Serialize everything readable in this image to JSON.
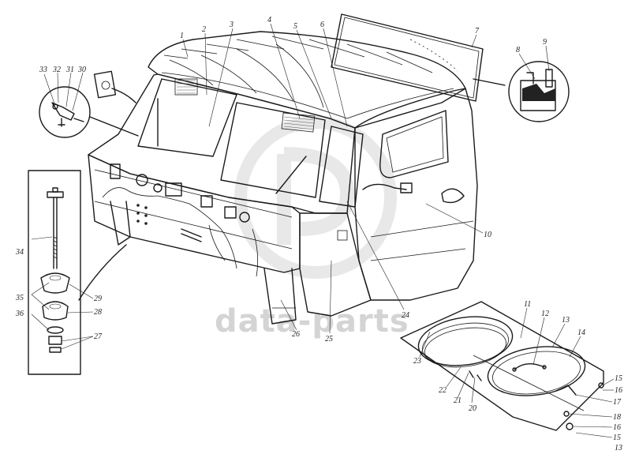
{
  "watermark": {
    "text": "data-parts",
    "logo_icon": "dp-logo-icon"
  },
  "callouts": [
    {
      "id": "c1",
      "text": "1"
    },
    {
      "id": "c2",
      "text": "2"
    },
    {
      "id": "c3",
      "text": "3"
    },
    {
      "id": "c4",
      "text": "4"
    },
    {
      "id": "c5",
      "text": "5"
    },
    {
      "id": "c6",
      "text": "6"
    },
    {
      "id": "c7",
      "text": "7"
    },
    {
      "id": "c8",
      "text": "8"
    },
    {
      "id": "c9",
      "text": "9"
    },
    {
      "id": "c10",
      "text": "10"
    },
    {
      "id": "c11",
      "text": "11"
    },
    {
      "id": "c12",
      "text": "12"
    },
    {
      "id": "c13a",
      "text": "13"
    },
    {
      "id": "c14",
      "text": "14"
    },
    {
      "id": "c15a",
      "text": "15"
    },
    {
      "id": "c16a",
      "text": "16"
    },
    {
      "id": "c17",
      "text": "17"
    },
    {
      "id": "c18",
      "text": "18"
    },
    {
      "id": "c16b",
      "text": "16"
    },
    {
      "id": "c15b",
      "text": "15"
    },
    {
      "id": "c13b",
      "text": "13"
    },
    {
      "id": "c20",
      "text": "20"
    },
    {
      "id": "c21",
      "text": "21"
    },
    {
      "id": "c22",
      "text": "22"
    },
    {
      "id": "c23",
      "text": "23"
    },
    {
      "id": "c24",
      "text": "24"
    },
    {
      "id": "c25",
      "text": "25"
    },
    {
      "id": "c26",
      "text": "26"
    },
    {
      "id": "c27",
      "text": "27"
    },
    {
      "id": "c28",
      "text": "28"
    },
    {
      "id": "c29",
      "text": "29"
    },
    {
      "id": "c30",
      "text": "30"
    },
    {
      "id": "c31",
      "text": "31"
    },
    {
      "id": "c32",
      "text": "32"
    },
    {
      "id": "c33",
      "text": "33"
    },
    {
      "id": "c34",
      "text": "34"
    },
    {
      "id": "c35",
      "text": "35"
    },
    {
      "id": "c36",
      "text": "36"
    }
  ]
}
